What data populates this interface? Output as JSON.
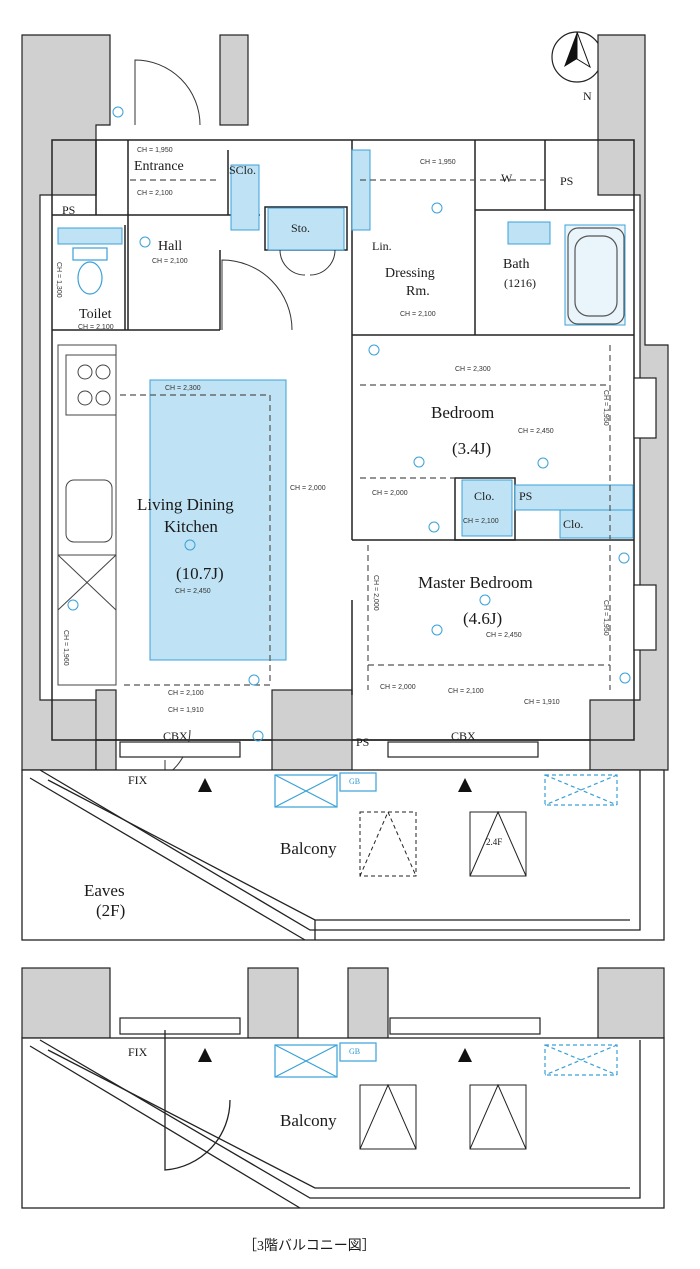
{
  "compass": {
    "north_label": "N"
  },
  "rooms": {
    "entrance": "Entrance",
    "shoe_closet": "SClo.",
    "hall": "Hall",
    "storage": "Sto.",
    "linen": "Lin.",
    "dressing_line1": "Dressing",
    "dressing_line2": "Rm.",
    "bath": "Bath",
    "bath_size": "(1216)",
    "toilet": "Toilet",
    "ldk_line1": "Living Dining",
    "ldk_line2": "Kitchen",
    "ldk_size": "(10.7J)",
    "bedroom": "Bedroom",
    "bedroom_size": "(3.4J)",
    "closet": "Clo.",
    "master_bedroom": "Master Bedroom",
    "master_size": "(4.6J)",
    "ps": "PS",
    "cbx": "CBX",
    "fix": "FIX",
    "balcony": "Balcony",
    "eaves_line1": "Eaves",
    "eaves_line2": "(2F)",
    "gb": "GB",
    "area_2f": "2.4F",
    "wm": "W"
  },
  "ceiling_heights": {
    "entrance_1": "CH = 1,950",
    "entrance_2": "CH = 2,100",
    "hall": "CH = 2,100",
    "toilet_h": "CH = 2,100",
    "toilet_v": "CH = 1,300",
    "wash": "CH = 1,950",
    "dressing": "CH = 2,100",
    "ldk_top": "CH = 2,300",
    "ldk_mid": "CH = 2,000",
    "ldk_center": "CH = 2,450",
    "ldk_bottom": "CH = 2,100",
    "ldk_bottom2": "CH = 1,910",
    "kitchen_side": "CH = 1,960",
    "bed_top": "CH = 2,300",
    "bed_mid": "CH = 2,450",
    "bed_left": "CH = 2,000",
    "bed_side": "CH = 1,950",
    "clo": "CH = 2,100",
    "master_side": "CH = 1,950",
    "master_mid": "CH = 2,450",
    "master_left": "CH = 2,000",
    "master_bottom": "CH = 2,000",
    "master_bottom2": "CH = 2,100",
    "master_bottom3": "CH = 1,910",
    "master_vert": "CH = 2,000"
  },
  "caption": "［3階バルコニー図］"
}
